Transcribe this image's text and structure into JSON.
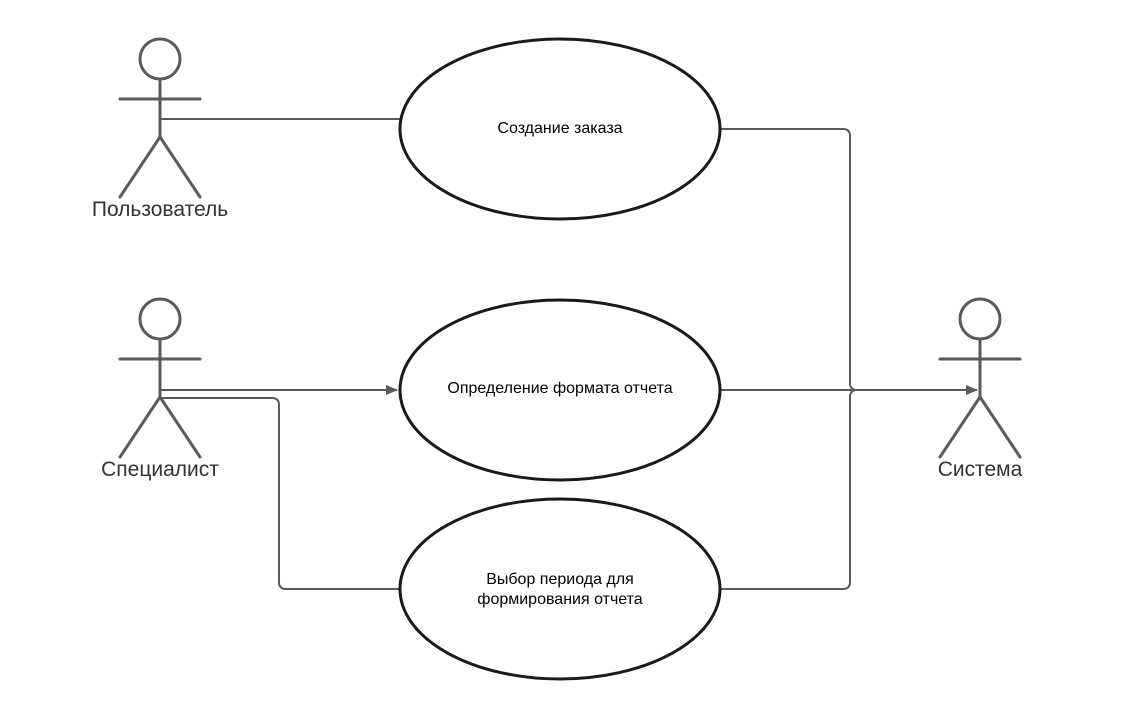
{
  "colors": {
    "line": "#5a5a5a",
    "ellipse_border": "#1a1a1a",
    "background": "#ffffff"
  },
  "actors": {
    "user": {
      "label": "Пользователь",
      "icon": "stick-figure-icon"
    },
    "specialist": {
      "label": "Специалист",
      "icon": "stick-figure-icon"
    },
    "system": {
      "label": "Система",
      "icon": "stick-figure-icon"
    }
  },
  "use_cases": {
    "create_order": {
      "line1": "Создание заказа"
    },
    "report_format": {
      "line1": "Определение формата отчета"
    },
    "report_period": {
      "line1": "Выбор периода для",
      "line2": "формирования отчета"
    }
  }
}
